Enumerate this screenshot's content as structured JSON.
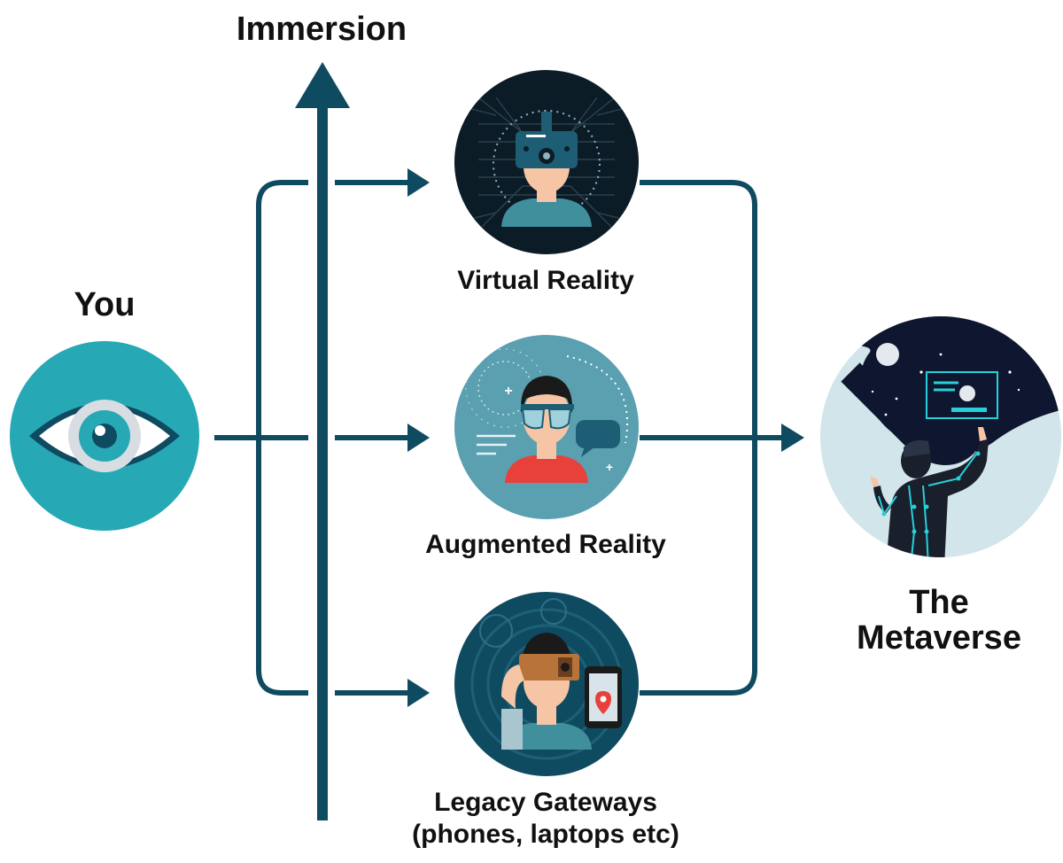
{
  "labels": {
    "immersion": "Immersion",
    "you": "You",
    "virtual_reality": "Virtual Reality",
    "augmented_reality": "Augmented Reality",
    "legacy_line1": "Legacy Gateways",
    "legacy_line2": "(phones, laptops etc)",
    "metaverse_line1": "The",
    "metaverse_line2": "Metaverse"
  },
  "colors": {
    "arrow": "#0f4b60",
    "eye_circle": "#26a9b5",
    "vr_circle": "#0c1c26",
    "ar_circle": "#5aa0b0",
    "legacy_circle": "#0f4b60",
    "metaverse_sky": "#0f1730",
    "metaverse_bg": "#d2e5ea",
    "accent_cyan": "#27d0d8",
    "shirt_teal": "#3f8f9d",
    "shirt_red": "#e8413c",
    "skin": "#f5c5a6"
  },
  "icons": [
    "eye-icon",
    "vr-headset-icon",
    "ar-glasses-icon",
    "phone-icon",
    "map-pin-icon",
    "chat-bubble-icon",
    "hologram-screen-icon",
    "moon-icon"
  ]
}
